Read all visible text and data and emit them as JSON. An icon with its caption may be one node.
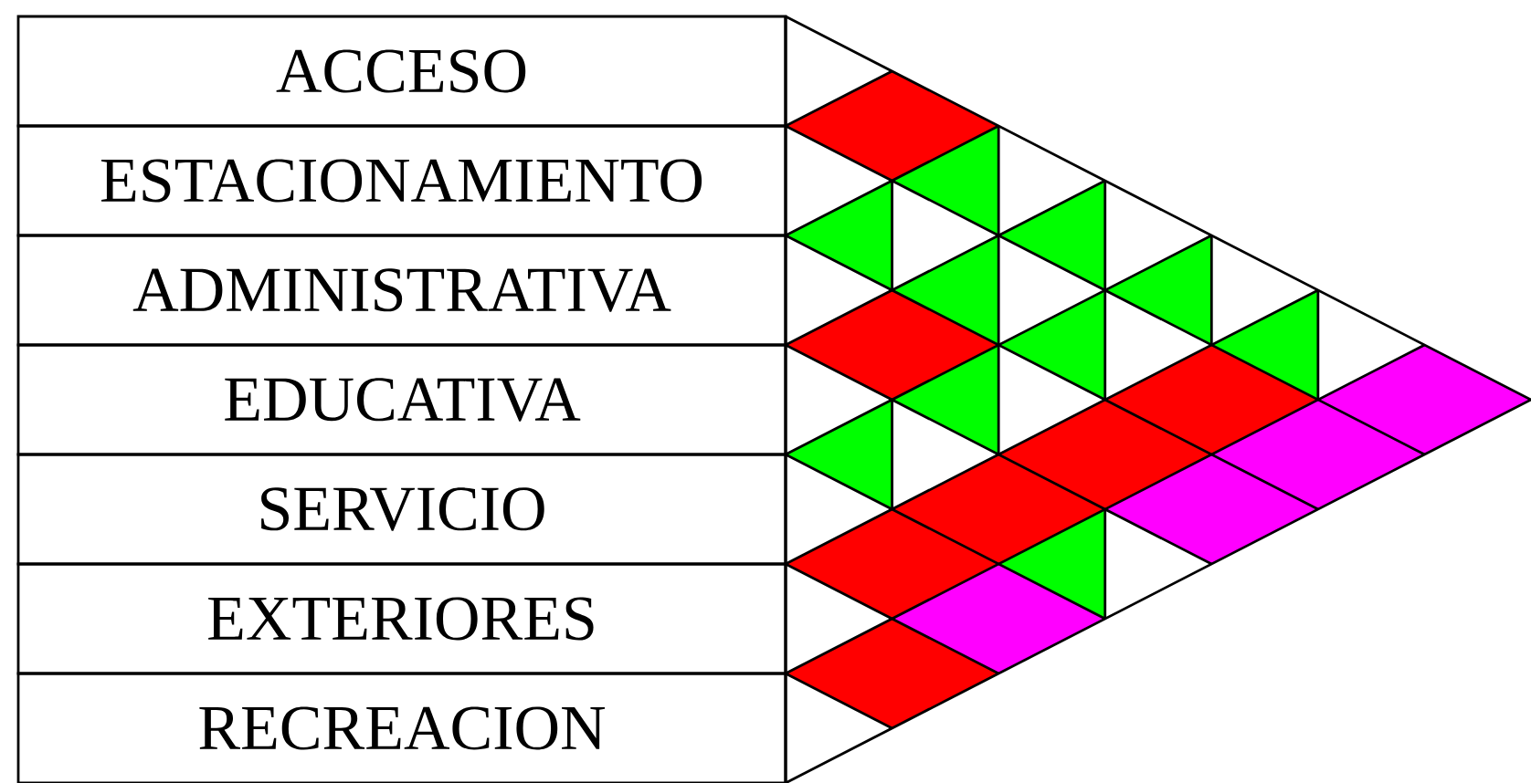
{
  "diagram": {
    "nodes": [
      {
        "text": [
          "ACCESO"
        ]
      },
      {
        "text": [
          "ESTACIONAMIENTO"
        ]
      },
      {
        "text": [
          "ADMINISTRATIVA"
        ]
      },
      {
        "text": [
          "EDUCATIVA"
        ]
      },
      {
        "text": [
          "SERVICIO"
        ]
      },
      {
        "text": [
          "EXTERIORES"
        ]
      },
      {
        "text": [
          "RECREACION"
        ]
      }
    ]
  }
}
